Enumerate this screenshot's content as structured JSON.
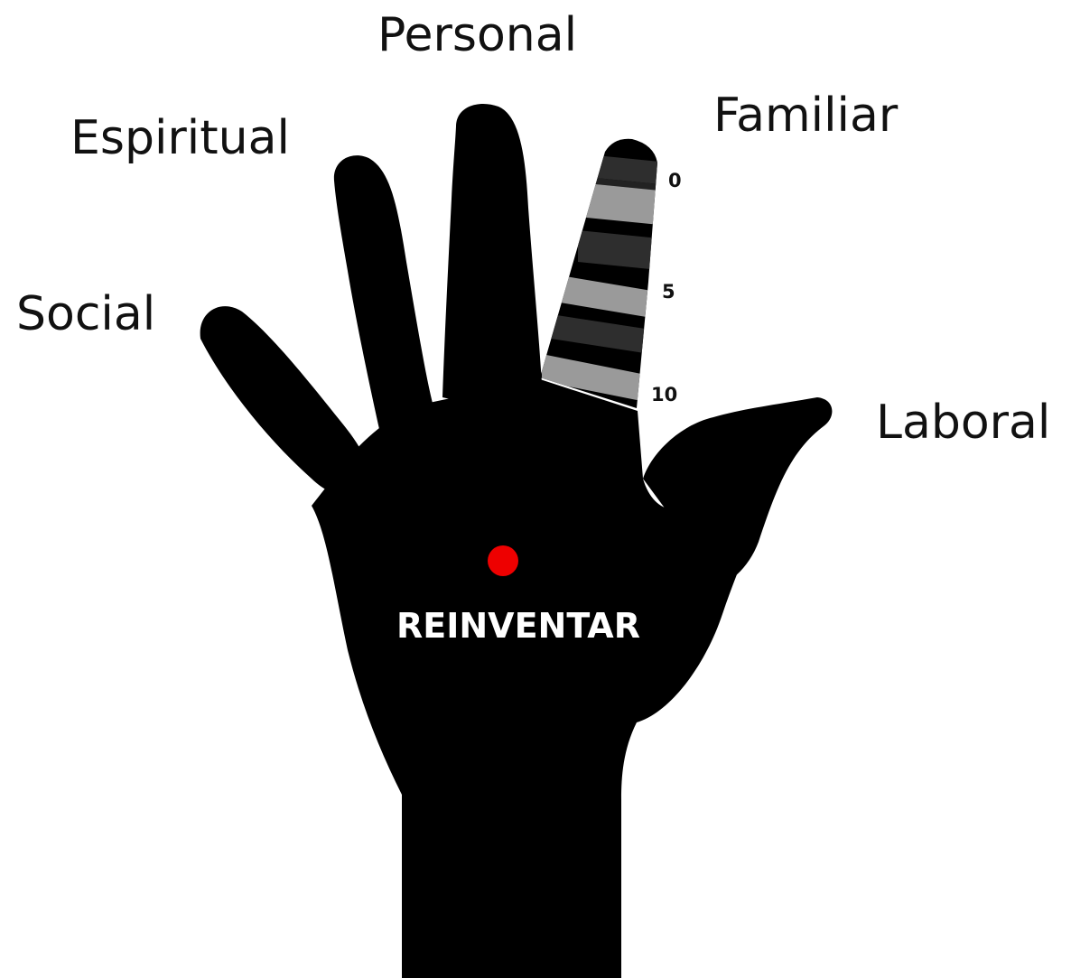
{
  "labels": {
    "personal": "Personal",
    "familiar": "Familiar",
    "espiritual": "Espiritual",
    "social": "Social",
    "laboral": "Laboral",
    "center": "REINVENTAR"
  },
  "scale": {
    "min": "0",
    "mid": "5",
    "max": "10"
  },
  "colors": {
    "hand": "#000000",
    "dot": "#ee0000",
    "band_light": "#9a9a9a",
    "band_dark": "#2e2e2e",
    "band_darker": "#202020"
  }
}
